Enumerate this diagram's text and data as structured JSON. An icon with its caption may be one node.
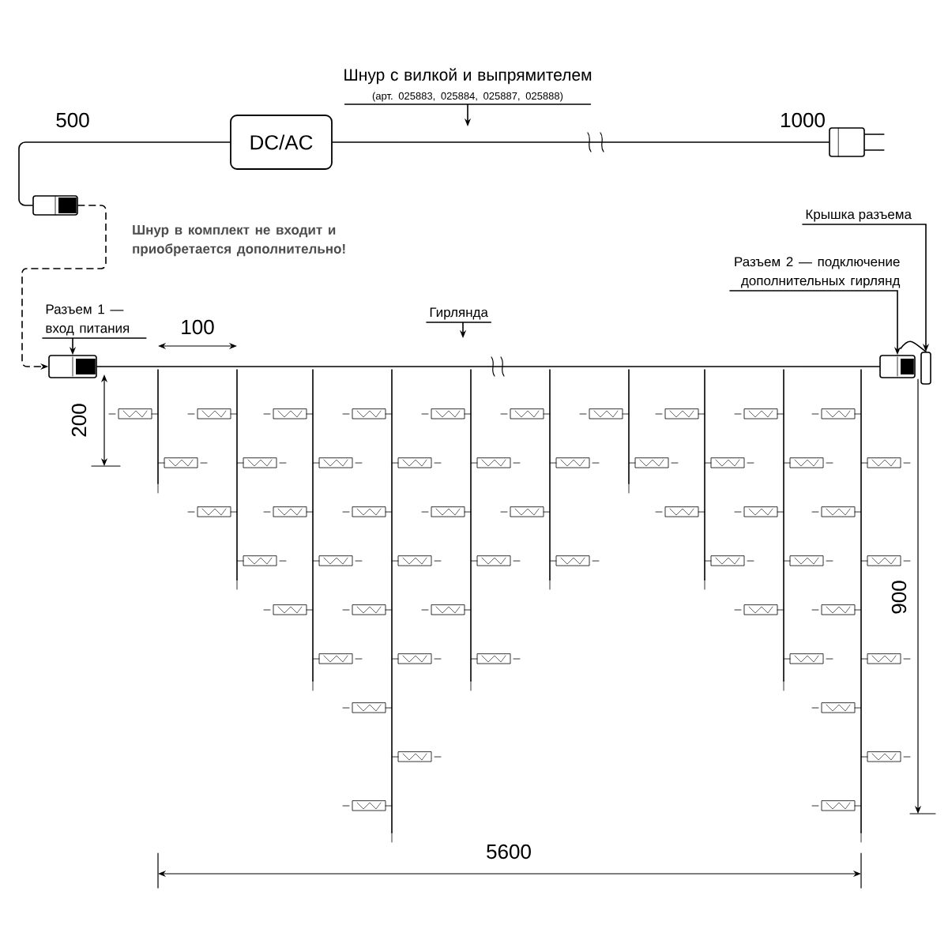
{
  "diagram": {
    "nodes": [
      {
        "text": [
          "DC/AC"
        ]
      },
      {
        "text": [],
        "shape": "picture"
      },
      {
        "text": [],
        "shape": "picture"
      },
      {
        "text": [],
        "shape": "picture"
      },
      {
        "text": [],
        "shape": "picture"
      },
      {
        "text": [],
        "shape": "picture"
      },
      {
        "text": [
          "Шнур с вилкой и выпрямителем",
          "(арт. 025883, 025884, 025887, 025888)"
        ]
      },
      {
        "text": [
          "Разъем 1 — вход питания"
        ]
      },
      {
        "text": [
          "Гирлянда"
        ]
      },
      {
        "text": [
          "Разъем 2 — подключение дополнительных гирлянд"
        ]
      },
      {
        "text": [
          "Крышка разъема"
        ]
      }
    ],
    "edges": [
      {
        "from": 0,
        "to": 2,
        "arrow": "none"
      },
      {
        "from": 0,
        "to": 1,
        "arrow": "none"
      },
      {
        "from": 2,
        "to": 3,
        "arrow": "to",
        "style": "dashed"
      },
      {
        "from": 6,
        "to": null,
        "arrow": "to"
      },
      {
        "from": 7,
        "to": 3,
        "arrow": "to"
      },
      {
        "from": 8,
        "to": null,
        "arrow": "to"
      },
      {
        "from": 9,
        "to": 4,
        "arrow": "to"
      },
      {
        "from": 10,
        "to": 5,
        "arrow": "to"
      },
      {
        "from": 3,
        "to": 4,
        "arrow": "none"
      }
    ],
    "labels": [
      "500",
      "1000",
      "Шнур в комплект не входит и приобретается дополнительно!",
      "100",
      "200",
      "900",
      "5600"
    ]
  }
}
